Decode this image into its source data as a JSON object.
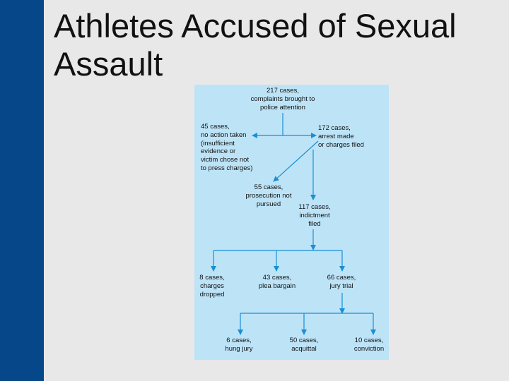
{
  "slide": {
    "title": "Athletes Accused of Sexual Assault",
    "accent_color": "#06478a",
    "background_color": "#e8e8e8"
  },
  "diagram": {
    "panel_color": "#bde3f7",
    "arrow_color": "#1a8fd3",
    "nodes": {
      "complaints": [
        "217 cases,",
        "complaints brought to",
        "police attention"
      ],
      "no_action": [
        "45 cases,",
        "no action taken",
        "(insufficient",
        "evidence or",
        "victim chose not",
        "to press charges)"
      ],
      "arrest": [
        "172 cases,",
        "arrest made",
        "or charges filed"
      ],
      "not_pursued": [
        "55 cases,",
        "prosecution not",
        "pursued"
      ],
      "indictment": [
        "117 cases,",
        "indictment",
        "filed"
      ],
      "dropped": [
        "8 cases,",
        "charges",
        "dropped"
      ],
      "plea": [
        "43 cases,",
        "plea bargain"
      ],
      "jury_trial": [
        "66 cases,",
        "jury trial"
      ],
      "hung_jury": [
        "6 cases,",
        "hung jury"
      ],
      "acquittal": [
        "50 cases,",
        "acquittal"
      ],
      "conviction": [
        "10 cases,",
        "conviction"
      ]
    }
  }
}
